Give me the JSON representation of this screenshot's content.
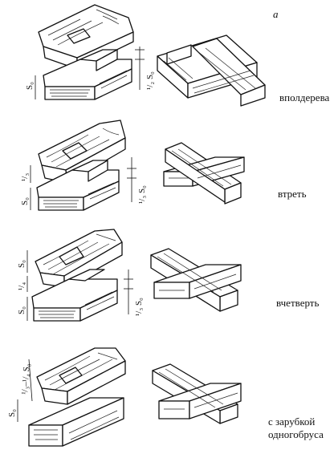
{
  "figure": {
    "panel_letter": "а",
    "rows": [
      {
        "id": "row1",
        "label": "вполдерева",
        "dims": [
          "S₀",
          "¹/₂ S₀"
        ]
      },
      {
        "id": "row2",
        "label": "втреть",
        "dims": [
          "S₀",
          "¹/₃",
          "¹/₃ S₀"
        ]
      },
      {
        "id": "row3",
        "label": "вчетверть",
        "dims": [
          "S₀",
          "¹/₄",
          "S₀",
          "¹/₃ S₀"
        ]
      },
      {
        "id": "row4",
        "label_line1": "с зарубкой",
        "label_line2": "одногобруса",
        "dims": [
          "S₀",
          "¹/₃–¹/₄ S₀"
        ]
      }
    ]
  }
}
